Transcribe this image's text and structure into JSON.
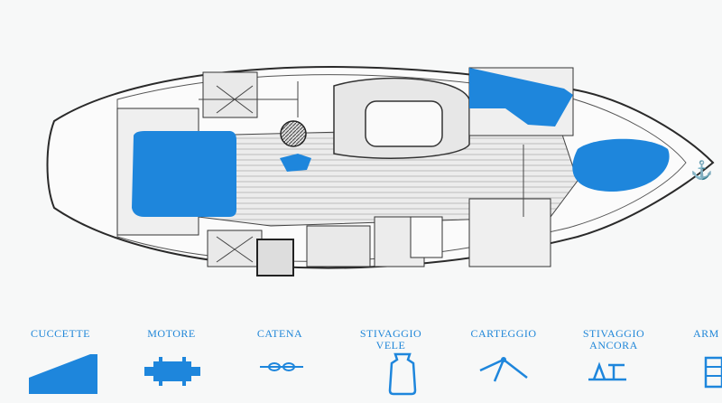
{
  "colors": {
    "accent": "#1e86dc",
    "hull_line": "#333333",
    "wood_fill": "#e9e9e9",
    "background": "#f7f8f8"
  },
  "legend": {
    "items": [
      {
        "label": "CUCCETTE",
        "icon": "berth-icon"
      },
      {
        "label": "MOTORE",
        "icon": "engine-icon"
      },
      {
        "label": "CATENA",
        "icon": "chain-icon"
      },
      {
        "label": "STIVAGGIO\nVELE",
        "icon": "sail-bag-icon"
      },
      {
        "label": "CARTEGGIO",
        "icon": "dividers-icon"
      },
      {
        "label": "STIVAGGIO\nANCORA",
        "icon": "anchor-icon"
      },
      {
        "label": "ARM",
        "icon": "wardrobe-icon"
      }
    ]
  }
}
